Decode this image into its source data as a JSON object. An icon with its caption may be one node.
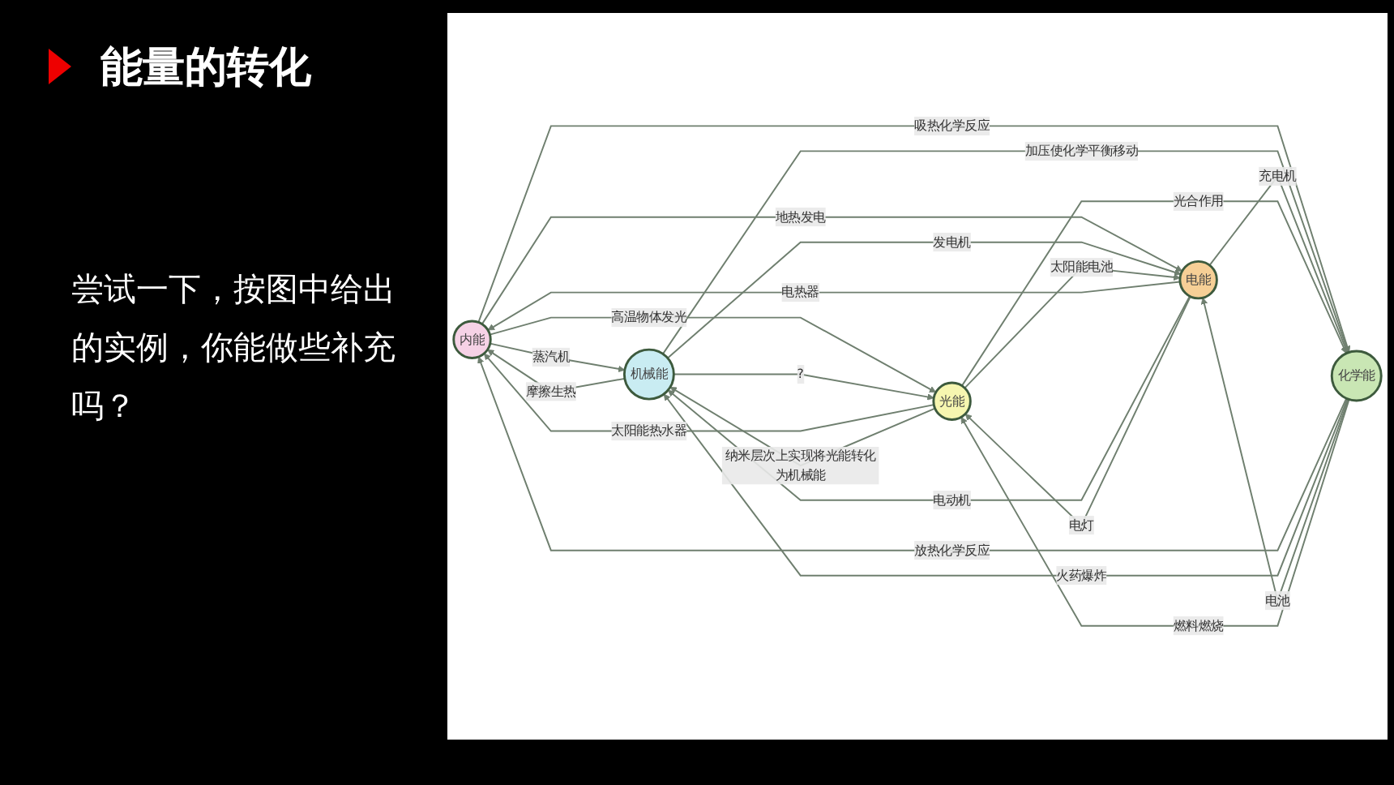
{
  "diagram": {
    "title": "能量的转化",
    "nodes": [
      {
        "text": [
          "内能"
        ]
      },
      {
        "text": [
          "机械能"
        ]
      },
      {
        "text": [
          "光能"
        ]
      },
      {
        "text": [
          "电能"
        ]
      },
      {
        "text": [
          "化学能"
        ]
      }
    ],
    "edges": [
      {
        "from": 1,
        "to": 0,
        "arrow": "to",
        "label": "摩擦生热"
      },
      {
        "from": 0,
        "to": 1,
        "arrow": "to",
        "label": "蒸汽机"
      },
      {
        "from": 0,
        "to": 2,
        "arrow": "to",
        "label": "高温物体发光"
      },
      {
        "from": 2,
        "to": 0,
        "arrow": "to",
        "label": "太阳能热水器"
      },
      {
        "from": 1,
        "to": 2,
        "arrow": "to",
        "label": "?"
      },
      {
        "from": 2,
        "to": 1,
        "arrow": "to",
        "label": "纳米层次上实现将光能转化为机械能"
      },
      {
        "from": 3,
        "to": 0,
        "arrow": "to",
        "label": "电热器"
      },
      {
        "from": 0,
        "to": 3,
        "arrow": "to",
        "label": "地热发电"
      },
      {
        "from": 4,
        "to": 0,
        "arrow": "to",
        "label": "放热化学反应"
      },
      {
        "from": 0,
        "to": 4,
        "arrow": "to",
        "label": "吸热化学反应"
      },
      {
        "from": 1,
        "to": 3,
        "arrow": "to",
        "label": "发电机"
      },
      {
        "from": 3,
        "to": 1,
        "arrow": "to",
        "label": "电动机"
      },
      {
        "from": 4,
        "to": 1,
        "arrow": "to",
        "label": "火药爆炸"
      },
      {
        "from": 1,
        "to": 4,
        "arrow": "to",
        "label": "加压使化学平衡移动"
      },
      {
        "from": 3,
        "to": 2,
        "arrow": "to",
        "label": "电灯"
      },
      {
        "from": 2,
        "to": 3,
        "arrow": "to",
        "label": "太阳能电池"
      },
      {
        "from": 3,
        "to": 4,
        "arrow": "to",
        "label": "充电机"
      },
      {
        "from": 4,
        "to": 3,
        "arrow": "to",
        "label": "电池"
      },
      {
        "from": 4,
        "to": 2,
        "arrow": "to",
        "label": "燃料燃烧"
      },
      {
        "from": 2,
        "to": 4,
        "arrow": "to",
        "label": "光合作用"
      }
    ],
    "labels": [
      "尝试一下，按图中给出的实例，你能做些补充吗？"
    ]
  }
}
